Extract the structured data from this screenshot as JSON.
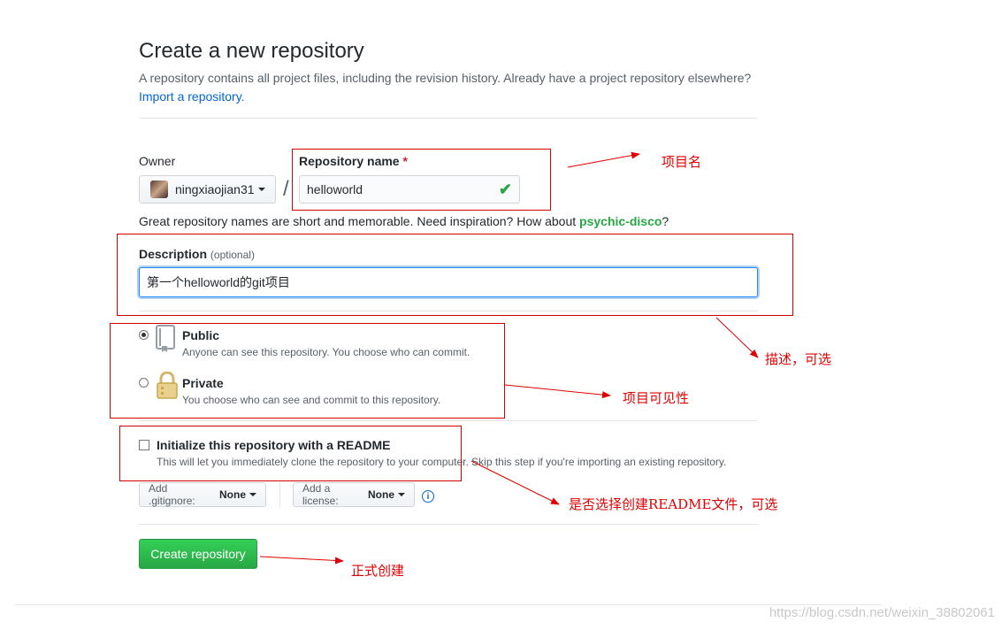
{
  "header": {
    "title": "Create a new repository",
    "subtitle": "A repository contains all project files, including the revision history. Already have a project repository elsewhere?",
    "import_link": "Import a repository."
  },
  "owner": {
    "label": "Owner",
    "value": "ningxiaojian31"
  },
  "repo_name": {
    "label": "Repository name",
    "required_mark": "*",
    "value": "helloworld"
  },
  "hint": {
    "text": "Great repository names are short and memorable. Need inspiration? How about ",
    "suggestion": "psychic-disco",
    "end": "?"
  },
  "description": {
    "label": "Description",
    "optional": "(optional)",
    "value": "第一个helloworld的git项目"
  },
  "visibility": {
    "public_title": "Public",
    "public_desc": "Anyone can see this repository. You choose who can commit.",
    "private_title": "Private",
    "private_desc": "You choose who can see and commit to this repository.",
    "selected": "public"
  },
  "readme": {
    "title": "Initialize this repository with a README",
    "desc": "This will let you immediately clone the repository to your computer. Skip this step if you're importing an existing repository.",
    "checked": false
  },
  "gitignore": {
    "label": "Add .gitignore:",
    "value": "None"
  },
  "license": {
    "label": "Add a license:",
    "value": "None"
  },
  "create_button": "Create repository",
  "annotations": {
    "repo_name": "项目名",
    "description": "描述，可选",
    "visibility": "项目可见性",
    "readme": "是否选择创建README文件，可选",
    "create": "正式创建"
  },
  "watermark": "https://blog.csdn.net/weixin_38802061",
  "colors": {
    "annotation_red": "#e00000",
    "create_green": "#28a745",
    "link_blue": "#0366d6"
  }
}
